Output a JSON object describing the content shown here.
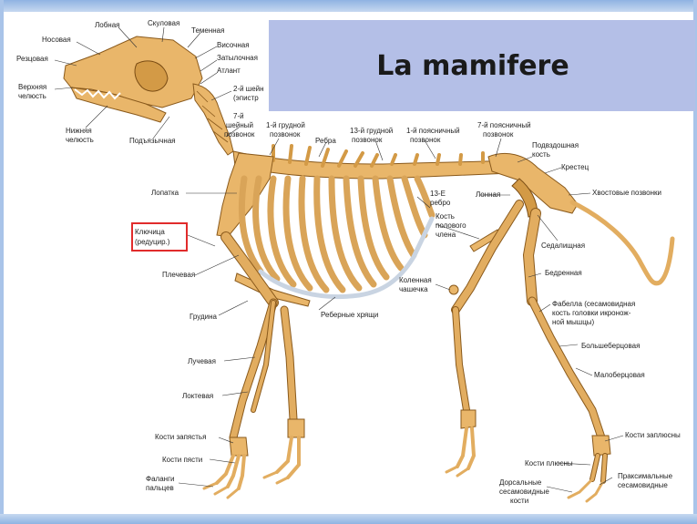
{
  "title": "La mamifere",
  "colors": {
    "bone": "#e9b66a",
    "bone_dark": "#d39a46",
    "cartilage": "#c9d4e2",
    "title_bg": "#b4bfe7",
    "frame": "#a9c4e9",
    "highlight": "#e12b2b"
  },
  "labels": {
    "lobnaya": "Лобная",
    "skulovaya": "Скуловая",
    "temennaya": "Теменная",
    "nosovaya": "Носовая",
    "visochnaya": "Височная",
    "rezcovaya": "Резцовая",
    "zatylochnaya": "Затылочная",
    "atlant": "Атлант",
    "verhnyaya_1": "Верхняя",
    "verhnyaya_2": "челюсть",
    "second_neck_1": "2-й шейн",
    "second_neck_2": "(эпистр",
    "nizhnyaya_1": "Нижняя",
    "nizhnyaya_2": "челюсть",
    "podyazychnaya": "Подъязычная",
    "neck7_1": "7-й",
    "neck7_2": "шейный",
    "neck7_3": "позвонок",
    "thoracic1_1": "1-й грудной",
    "thoracic1_2": "позвонок",
    "rebra": "Ребра",
    "thoracic13_1": "13-й грудной",
    "thoracic13_2": "позвонок",
    "lumbar1_1": "1-й поясничный",
    "lumbar1_2": "позвонок",
    "lumbar7_1": "7-й поясничный",
    "lumbar7_2": "позвонок",
    "podvzdoshnaya_1": "Подвздошная",
    "podvzdoshnaya_2": "кость",
    "krestec": "Крестец",
    "lopatka": "Лопатка",
    "rib13_1": "13-Е",
    "rib13_2": "ребро",
    "lonnaya": "Лонная",
    "tail": "Хвостовые позвонки",
    "klyuchica_1": "Ключица",
    "klyuchica_2": "(редуцир.)",
    "penis_1": "Кость",
    "penis_2": "полового",
    "penis_3": "члена",
    "sedalishnaya": "Седалищная",
    "plechevaya": "Плечевая",
    "bedrennaya": "Бедренная",
    "kolennaya_1": "Коленная",
    "kolennaya_2": "чашечка",
    "fabella_1": "Фабелла (сесамовидная",
    "fabella_2": "кость головки икронож-",
    "fabella_3": "ной мышцы)",
    "grudina": "Грудина",
    "rib_cart": "Реберные хрящи",
    "bolshebercovaya": "Большеберцовая",
    "luchevaya": "Лучевая",
    "maloberccovaya": "Малоберцовая",
    "loktevaya": "Локтевая",
    "kosti_zapyastya": "Кости запястья",
    "kosti_zaplyusny": "Кости заплюсны",
    "kosti_pyasti": "Кости пясти",
    "kosti_plyusny": "Кости плюсны",
    "falangi_1": "Фаланги",
    "falangi_2": "пальцев",
    "proximal_1": "Праксимальные",
    "proximal_2": "сесамовидные",
    "dorsal_1": "Дорсальные",
    "dorsal_2": "сесамовидные",
    "dorsal_3": "кости"
  }
}
